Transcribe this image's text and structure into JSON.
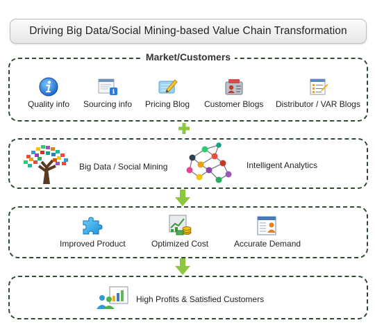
{
  "title": "Driving Big Data/Social Mining-based Value Chain Transformation",
  "market": {
    "heading": "Market/Customers",
    "items": [
      {
        "label": "Quality info",
        "icon": "info-icon"
      },
      {
        "label": "Sourcing info",
        "icon": "document-info-icon"
      },
      {
        "label": "Pricing Blog",
        "icon": "pencil-note-icon"
      },
      {
        "label": "Customer Blogs",
        "icon": "contact-card-icon"
      },
      {
        "label": "Distributor / VAR Blogs",
        "icon": "document-list-icon"
      }
    ]
  },
  "technology": {
    "items": [
      {
        "label": "Big Data / Social Mining",
        "icon": "tree-icon"
      },
      {
        "label": "Intelligent Analytics",
        "icon": "network-icon"
      }
    ]
  },
  "benefits": {
    "items": [
      {
        "label": "Improved Product",
        "icon": "puzzle-icon"
      },
      {
        "label": "Optimized Cost",
        "icon": "chart-coins-icon"
      },
      {
        "label": "Accurate Demand",
        "icon": "user-form-icon"
      }
    ]
  },
  "result": {
    "label": "High Profits & Satisfied Customers",
    "icon": "users-chart-icon"
  },
  "colors": {
    "arrow_green": "#8dc63f",
    "box_border": "#2f4a32"
  }
}
